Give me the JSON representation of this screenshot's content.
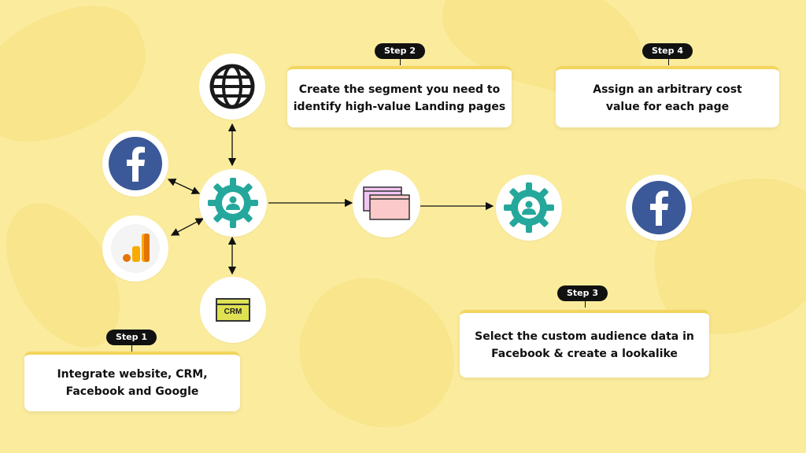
{
  "colors": {
    "background": "#fbec9d",
    "gear": "#25a89b",
    "facebook": "#3b5998",
    "step_badge": "#111111",
    "card_border": "#f2d55b"
  },
  "icons": {
    "globe": "globe-icon",
    "facebook": "facebook-icon",
    "analytics": "google-analytics-icon",
    "gear": "gear-user-icon",
    "crm": "crm-icon",
    "pages": "landing-pages-icon"
  },
  "crm_label": "CRM",
  "steps": [
    {
      "badge": "Step 1",
      "text": "Integrate website, CRM,\nFacebook and Google"
    },
    {
      "badge": "Step 2",
      "text": "Create the segment you need to\nidentify high-value Landing pages"
    },
    {
      "badge": "Step 3",
      "text": "Select the custom audience data in\nFacebook & create a lookalike"
    },
    {
      "badge": "Step 4",
      "text": "Assign an arbitrary cost\nvalue for each page"
    }
  ]
}
